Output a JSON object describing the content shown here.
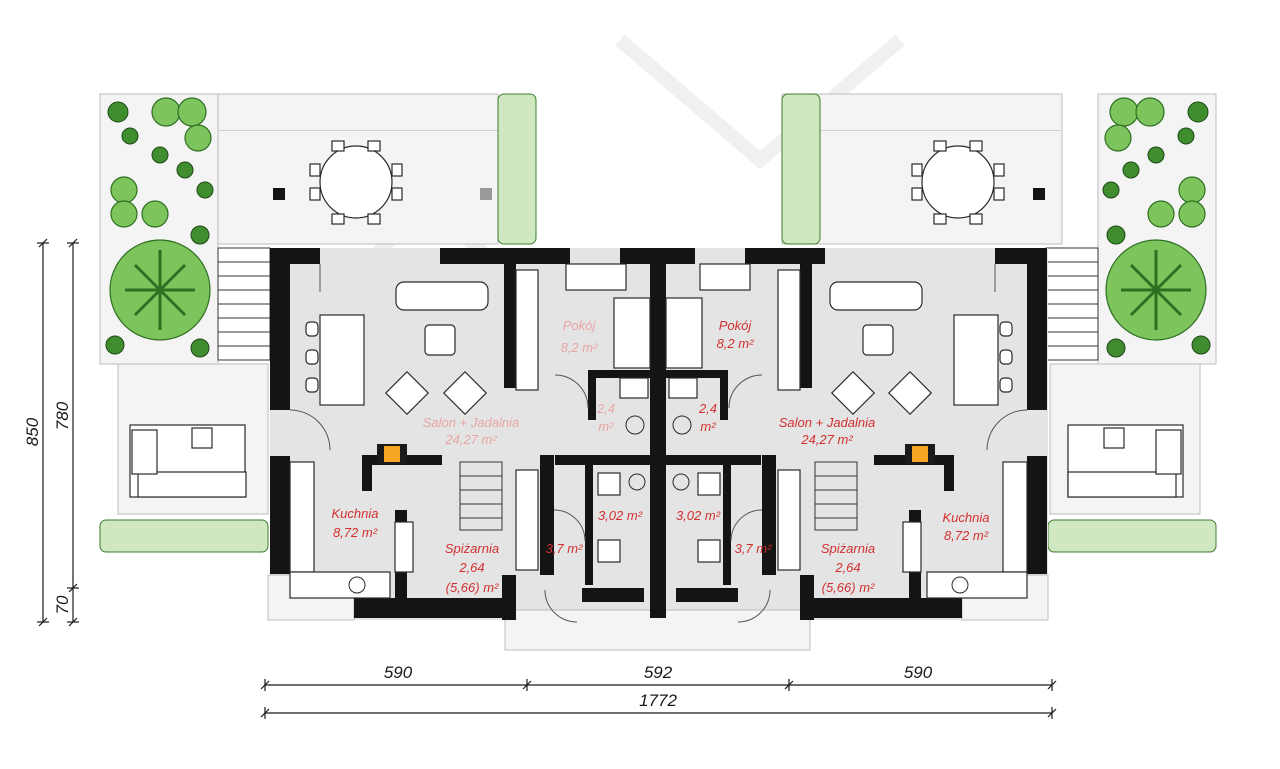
{
  "rooms": {
    "left": {
      "salon": {
        "name": "Salon + Jadalnia",
        "area": "24,27 m²"
      },
      "pokoj": {
        "name": "Pokój",
        "area": "8,2 m²"
      },
      "wc": {
        "value": "2,4",
        "unit": "m²"
      },
      "kuchnia": {
        "name": "Kuchnia",
        "area": "8,72 m²"
      },
      "spizarnia": {
        "name": "Spiżarnia",
        "value": "2,64",
        "extra": "(5,66) m²"
      },
      "lazienka": {
        "area": "3,02 m²"
      },
      "hall": {
        "area": "3,7 m²"
      }
    },
    "right": {
      "salon": {
        "name": "Salon + Jadalnia",
        "area": "24,27 m²"
      },
      "pokoj": {
        "name": "Pokój",
        "area": "8,2 m²"
      },
      "wc": {
        "value": "2,4",
        "unit": "m²"
      },
      "kuchnia": {
        "name": "Kuchnia",
        "area": "8,72 m²"
      },
      "spizarnia": {
        "name": "Spiżarnia",
        "value": "2,64",
        "extra": "(5,66) m²"
      },
      "lazienka": {
        "area": "3,02 m²"
      },
      "hall": {
        "area": "3,7 m²"
      }
    }
  },
  "dimensions": {
    "bottom_left": "590",
    "bottom_middle": "592",
    "bottom_right": "590",
    "total": "1772",
    "left_outer": "850",
    "left_inner": "780",
    "left_small": "70"
  }
}
